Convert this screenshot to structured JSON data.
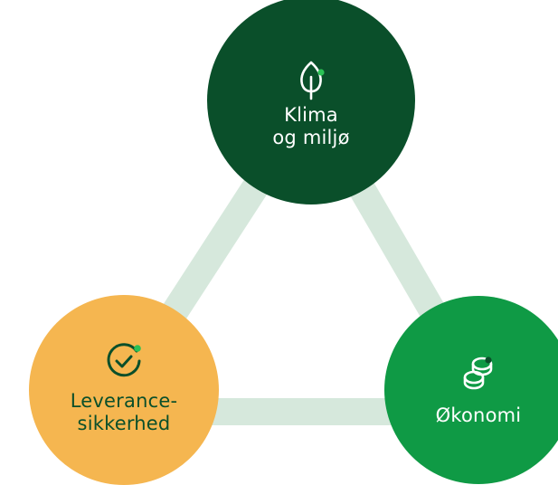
{
  "diagram": {
    "colors": {
      "connector": "#d6e8dc",
      "climate_node": "#0a4f2a",
      "economy_node": "#0f9a45",
      "supply_node": "#f5b650",
      "accent_dot": "#2bc155",
      "dark_text": "#0a4f2a"
    },
    "nodes": {
      "climate": {
        "icon": "leaf-icon",
        "label_lines": [
          "Klima",
          "og miljø"
        ]
      },
      "supply": {
        "icon": "check-circle-icon",
        "label_lines": [
          "Leverance-",
          "sikkerhed"
        ]
      },
      "economy": {
        "icon": "coins-icon",
        "label_lines": [
          "Økonomi"
        ]
      }
    }
  }
}
